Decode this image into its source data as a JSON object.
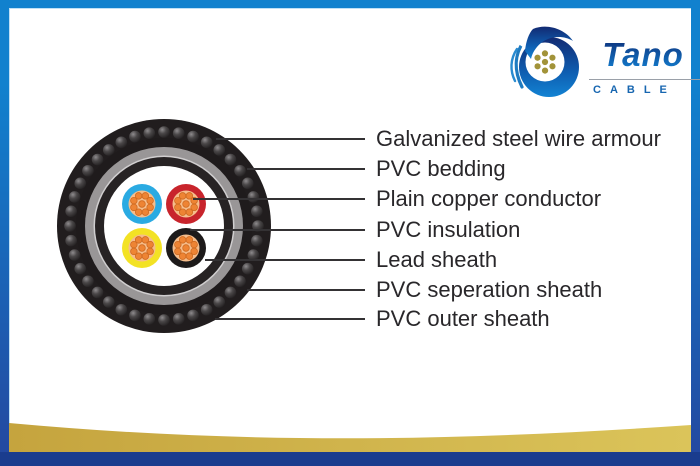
{
  "brand": {
    "name": "Tano",
    "sub": "CABLE"
  },
  "cable_diagram": {
    "labels": [
      "Galvanized steel wire armour",
      "PVC bedding",
      "Plain copper conductor",
      "PVC insulation",
      "Lead sheath",
      "PVC seperation sheath",
      "PVC outer sheath"
    ]
  },
  "colors": {
    "frame_top_blue": "#1181ce",
    "frame_bottom_navy": "#24479f",
    "bottom_bar_navy": "#1a3c8e",
    "gold_band_left": "#c5a43e",
    "gold_band_right": "#dbc45a",
    "sheath_black": "#211d1e",
    "lead_sheath_gray": "#999697",
    "core_blue": "#2aaae2",
    "core_red": "#c8242c",
    "core_yellow": "#f3e224",
    "core_black": "#1d1a1a",
    "copper_strand_orange": "#ee8434",
    "brand_gold_dots": "#a29339",
    "brand_blue": "#1486d8"
  }
}
